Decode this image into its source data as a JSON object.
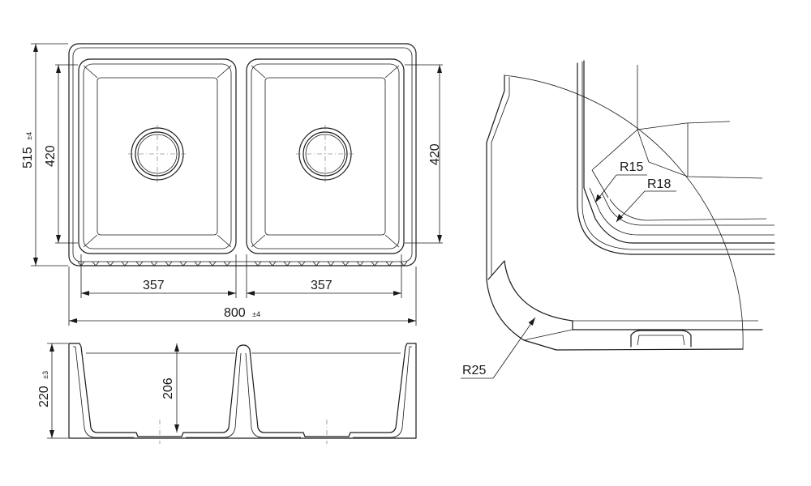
{
  "dimensions": {
    "overall_width": "800",
    "overall_width_tol": "±4",
    "overall_depth": "515",
    "overall_depth_tol": "±4",
    "left_bowl_width": "357",
    "right_bowl_width": "357",
    "bowl_depth_left": "420",
    "bowl_depth_right": "420",
    "overall_height": "220",
    "overall_height_tol": "±3",
    "bowl_height": "206"
  },
  "radii": {
    "r1": "R15",
    "r2": "R18",
    "r3": "R25"
  }
}
